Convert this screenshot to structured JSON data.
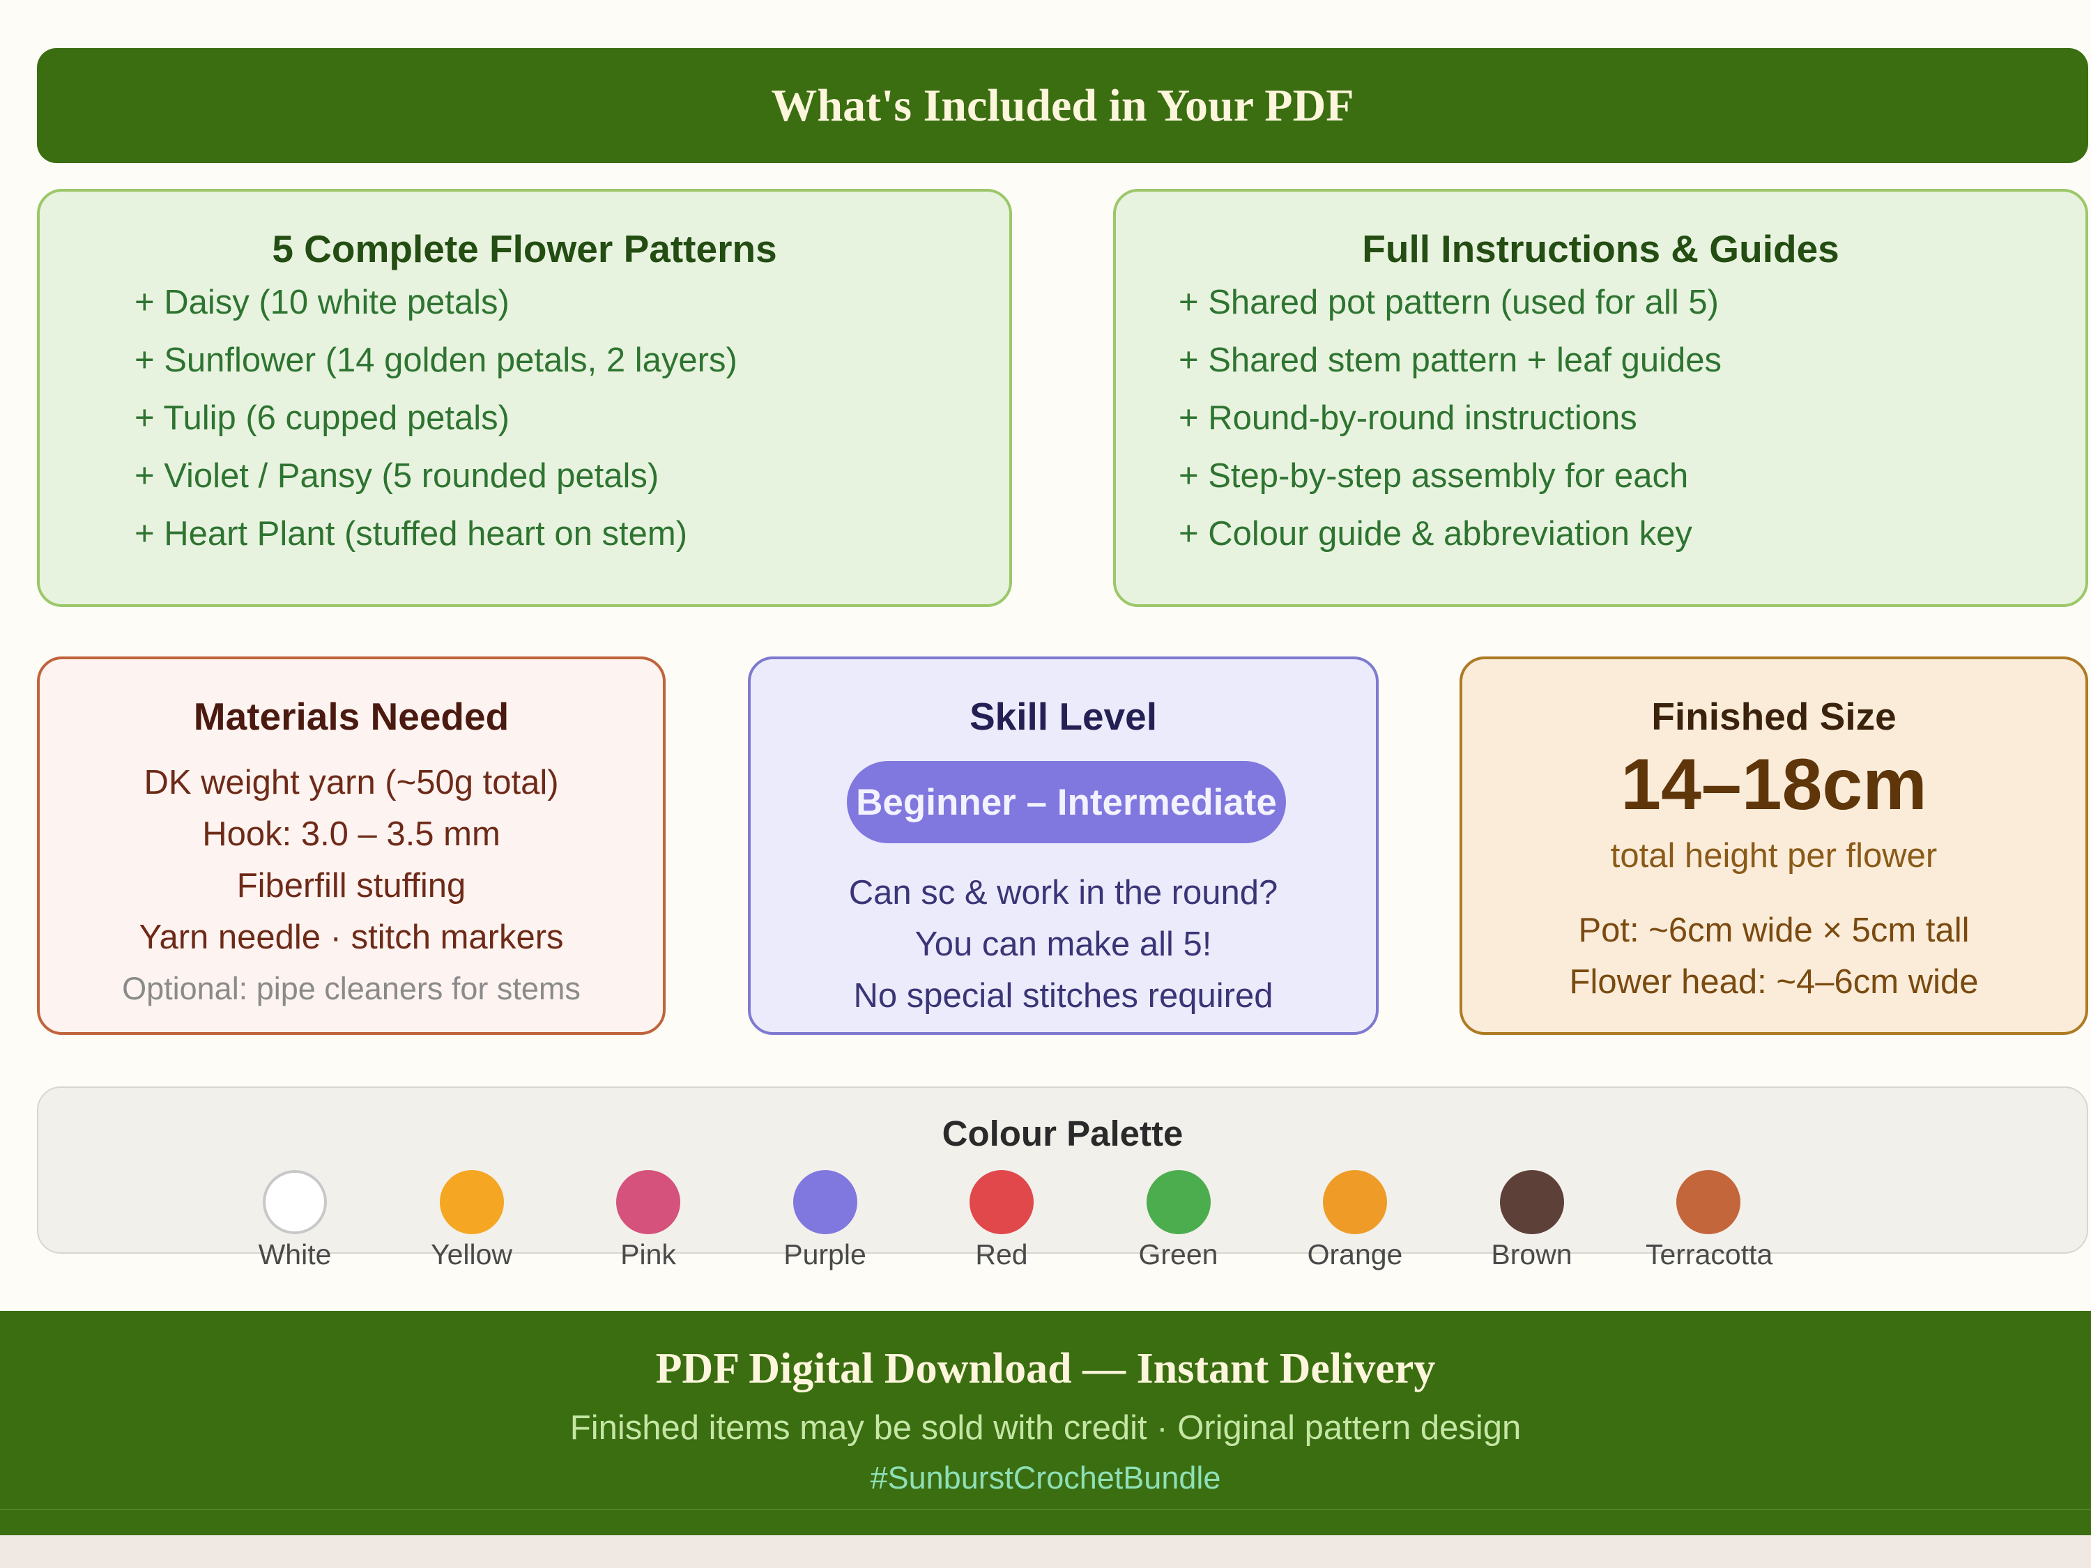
{
  "banner": {
    "title": "What's Included in Your PDF"
  },
  "patterns_card": {
    "title": "5 Complete Flower Patterns",
    "items": [
      "+ Daisy (10 white petals)",
      "+ Sunflower (14 golden petals, 2 layers)",
      "+ Tulip (6 cupped petals)",
      "+ Violet / Pansy (5 rounded petals)",
      "+ Heart Plant (stuffed heart on stem)"
    ]
  },
  "instructions_card": {
    "title": "Full Instructions & Guides",
    "items": [
      "+ Shared pot pattern (used for all 5)",
      "+ Shared stem pattern + leaf guides",
      "+ Round-by-round instructions",
      "+ Step-by-step assembly for each",
      "+ Colour guide & abbreviation key"
    ]
  },
  "materials_card": {
    "title": "Materials Needed",
    "items": [
      "DK weight yarn (~50g total)",
      "Hook: 3.0 – 3.5 mm",
      "Fiberfill stuffing",
      "Yarn needle · stitch markers"
    ],
    "optional": "Optional: pipe cleaners for stems"
  },
  "skill_card": {
    "title": "Skill Level",
    "badge": "Beginner – Intermediate",
    "lines": [
      "Can sc & work in the round?",
      "You can make all 5!",
      "No special stitches required"
    ]
  },
  "size_card": {
    "title": "Finished Size",
    "value": "14–18cm",
    "caption": "total height per flower",
    "lines": [
      "Pot: ~6cm wide × 5cm tall",
      "Flower head: ~4–6cm wide"
    ]
  },
  "palette": {
    "title": "Colour Palette",
    "colors": [
      {
        "name": "White",
        "hex": "#ffffff"
      },
      {
        "name": "Yellow",
        "hex": "#f5a623"
      },
      {
        "name": "Pink",
        "hex": "#d4527c"
      },
      {
        "name": "Purple",
        "hex": "#8078de"
      },
      {
        "name": "Red",
        "hex": "#e0484b"
      },
      {
        "name": "Green",
        "hex": "#4cad4f"
      },
      {
        "name": "Orange",
        "hex": "#ee9c27"
      },
      {
        "name": "Brown",
        "hex": "#5d4037"
      },
      {
        "name": "Terracotta",
        "hex": "#c4663b"
      }
    ]
  },
  "footer": {
    "title": "PDF Digital Download — Instant Delivery",
    "subtitle": "Finished items may be sold with credit · Original pattern design",
    "hashtag": "#SunburstCrochetBundle"
  },
  "colors": {
    "brand_green": "#3a6e11",
    "accent_purple": "#8078de"
  }
}
